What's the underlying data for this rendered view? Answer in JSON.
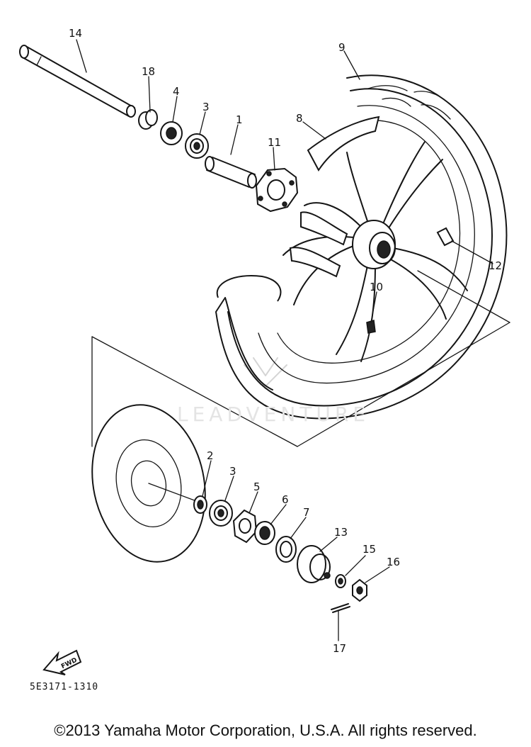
{
  "diagram": {
    "callouts": [
      "14",
      "18",
      "4",
      "3",
      "1",
      "11",
      "9",
      "8",
      "12",
      "10",
      "2",
      "3",
      "5",
      "6",
      "7",
      "13",
      "15",
      "16",
      "17"
    ],
    "fwd_label": "FWD",
    "part_code": "5E3171-1310",
    "watermark": "LEADVENTURE",
    "copyright": "©2013 Yamaha Motor Corporation, U.S.A. All rights reserved."
  }
}
